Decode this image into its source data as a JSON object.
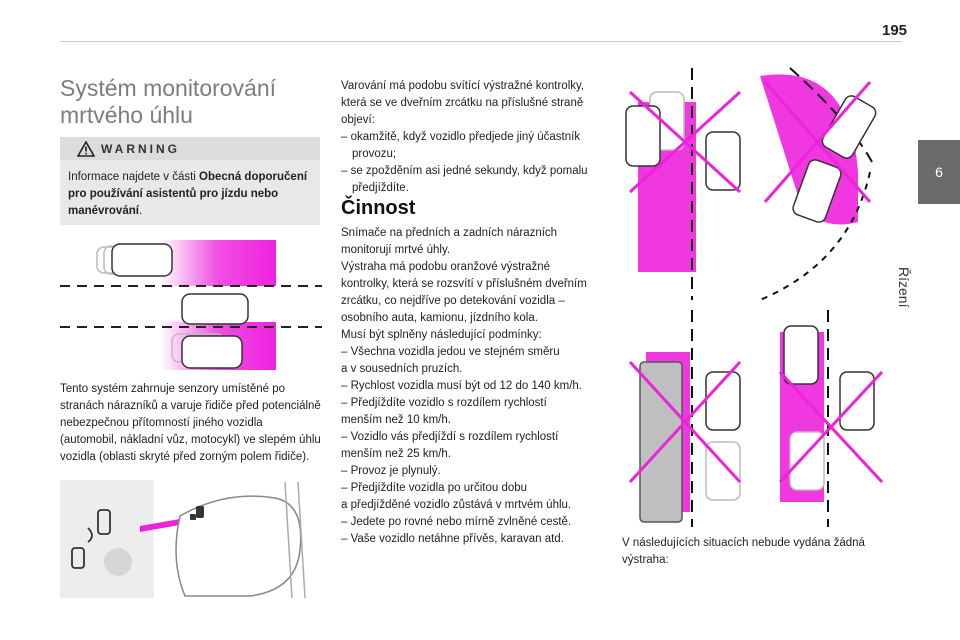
{
  "header": {
    "page_number": "195",
    "chapter_number": "6",
    "chapter_title": "Řízení"
  },
  "section": {
    "title": "Systém monitorování mrtvého úhlu"
  },
  "warning": {
    "title": "WARNING",
    "text_pre": "Informace najdete v části ",
    "text_bold": "Obecná doporučení pro používání asistentů pro jízdu nebo manévrování",
    "text_post": "."
  },
  "left_column": {
    "description": "Tento systém zahrnuje senzory umístěné po stranách nárazníků a varuje řidiče před potenciálně nebezpečnou přítomností jiného vozidla (automobil, nákladní vůz, motocykl) ve slepém úhlu vozidla (oblasti skryté před zorným polem řidiče)."
  },
  "middle_column": {
    "intro_lines": [
      "Varování má podobu svítící výstražné kontrolky,",
      "která se ve dveřním zrcátku na příslušné straně",
      "objeví:",
      "–  okamžitě, když vozidlo předjede jiný účastník",
      "provozu;",
      "–  se zpožděním asi jedné sekundy, když pomalu",
      "předjíždíte."
    ],
    "heading": "Činnost",
    "body_lines": [
      "Snímače na předních a zadních nárazních",
      "monitorují mrtvé úhly.",
      "Výstraha má podobu oranžové výstražné",
      "kontrolky, která se rozsvítí v příslušném dveřním",
      "zrcátku, co nejdříve po detekování vozidla –",
      "osobního auta, kamionu, jízdního kola.",
      "Musí být splněny následující podmínky:",
      "–  Všechna vozidla jedou ve stejném směru",
      "a v sousedních pruzích.",
      "–  Rychlost vozidla musí být od 12 do 140 km/h.",
      "–  Předjíždíte vozidlo s rozdílem rychlostí",
      "menším než 10 km/h.",
      "–  Vozidlo vás předjíždí s rozdílem rychlostí",
      "menším než 25 km/h.",
      "–  Provoz je plynulý.",
      "–  Předjíždíte vozidla po určitou dobu",
      "a předjížděné vozidlo zůstává v mrtvém úhlu.",
      "–  Jedete po rovné nebo mírně zvlněné cestě.",
      "–  Vaše vozidlo netáhne přívěs, karavan atd."
    ]
  },
  "right_column": {
    "caption_lines": [
      "V následujících situacích nebude vydána žádná",
      "výstraha:"
    ]
  },
  "colors": {
    "accent": "#ee22dd",
    "tab": "#6b6b6b",
    "title_gray": "#7d7d7d",
    "warning_bg": "#e8e8e8"
  },
  "icons": [
    "warning-triangle-icon",
    "blind-spot-sensor-icon",
    "mirror-warning-icon"
  ]
}
